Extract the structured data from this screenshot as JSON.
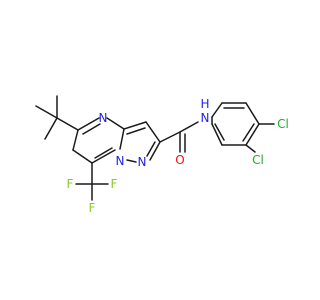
{
  "molecule": {
    "atoms": [
      {
        "id": "N1",
        "label": "N",
        "color": "#2222ee"
      },
      {
        "id": "N2",
        "label": "N",
        "color": "#2222ee"
      },
      {
        "id": "N3",
        "label": "N",
        "color": "#2222ee"
      },
      {
        "id": "NH",
        "label": "N",
        "sub": "H",
        "color": "#2222ee"
      },
      {
        "id": "O",
        "label": "O",
        "color": "#ee1111"
      },
      {
        "id": "Cl1",
        "label": "Cl",
        "color": "#22aa22"
      },
      {
        "id": "Cl2",
        "label": "Cl",
        "color": "#22aa22"
      },
      {
        "id": "F1",
        "label": "F",
        "color": "#88cc22"
      },
      {
        "id": "F2",
        "label": "F",
        "color": "#88cc22"
      },
      {
        "id": "F3",
        "label": "F",
        "color": "#88cc22"
      }
    ],
    "bond_color": "#1a1a1a"
  }
}
